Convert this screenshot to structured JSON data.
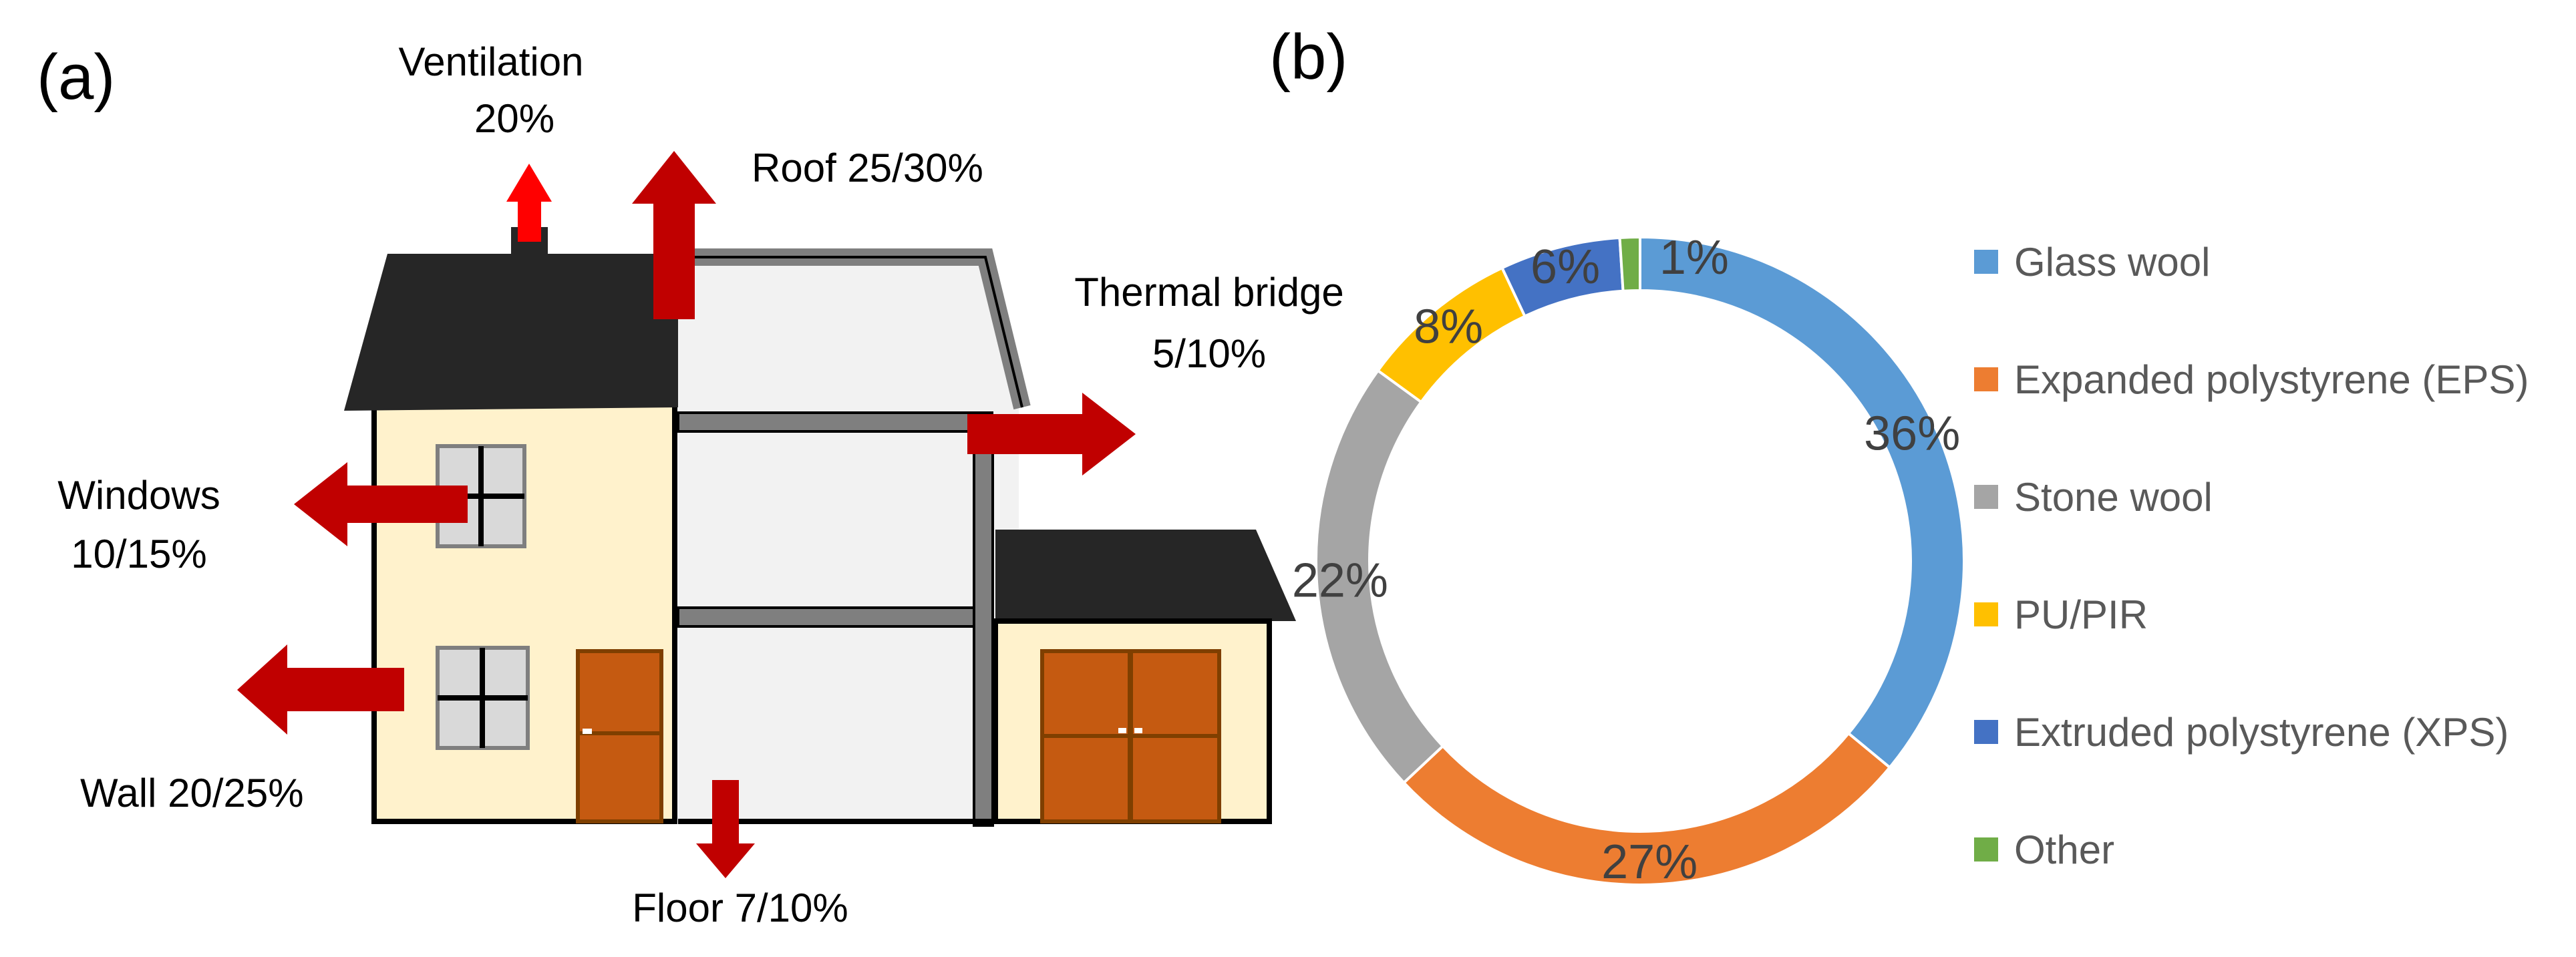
{
  "panel_a": {
    "letter": "(a)",
    "labels": {
      "ventilation": "Ventilation",
      "ventilation_pct": "20%",
      "roof": "Roof 25/30%",
      "thermal": "Thermal bridge",
      "thermal_pct": "5/10%",
      "windows": "Windows",
      "windows_pct": "10/15%",
      "wall": "Wall 20/25%",
      "floor": "Floor 7/10%"
    },
    "colors": {
      "arrow": "#c00000",
      "arrow_small": "#ff0000",
      "roof": "#262626",
      "wall": "#fff2cc",
      "interior": "#f2f2f2",
      "frame": "#7f7f7f",
      "door": "#c55a11",
      "window": "#d9d9d9"
    }
  },
  "panel_b": {
    "letter": "(b)"
  },
  "chart_data": {
    "type": "pie",
    "donut": true,
    "categories": [
      "Glass wool",
      "Expanded polystyrene (EPS)",
      "Stone wool",
      "PU/PIR",
      "Extruded polystyrene (XPS)",
      "Other"
    ],
    "values": [
      36,
      27,
      22,
      8,
      6,
      1
    ],
    "labels": [
      "36%",
      "27%",
      "22%",
      "8%",
      "6%",
      "1%"
    ],
    "colors": [
      "#5b9bd5",
      "#ed7d31",
      "#a5a5a5",
      "#ffc000",
      "#4472c4",
      "#70ad47"
    ],
    "start_angle_deg": 0,
    "direction": "clockwise",
    "legend_position": "right"
  }
}
